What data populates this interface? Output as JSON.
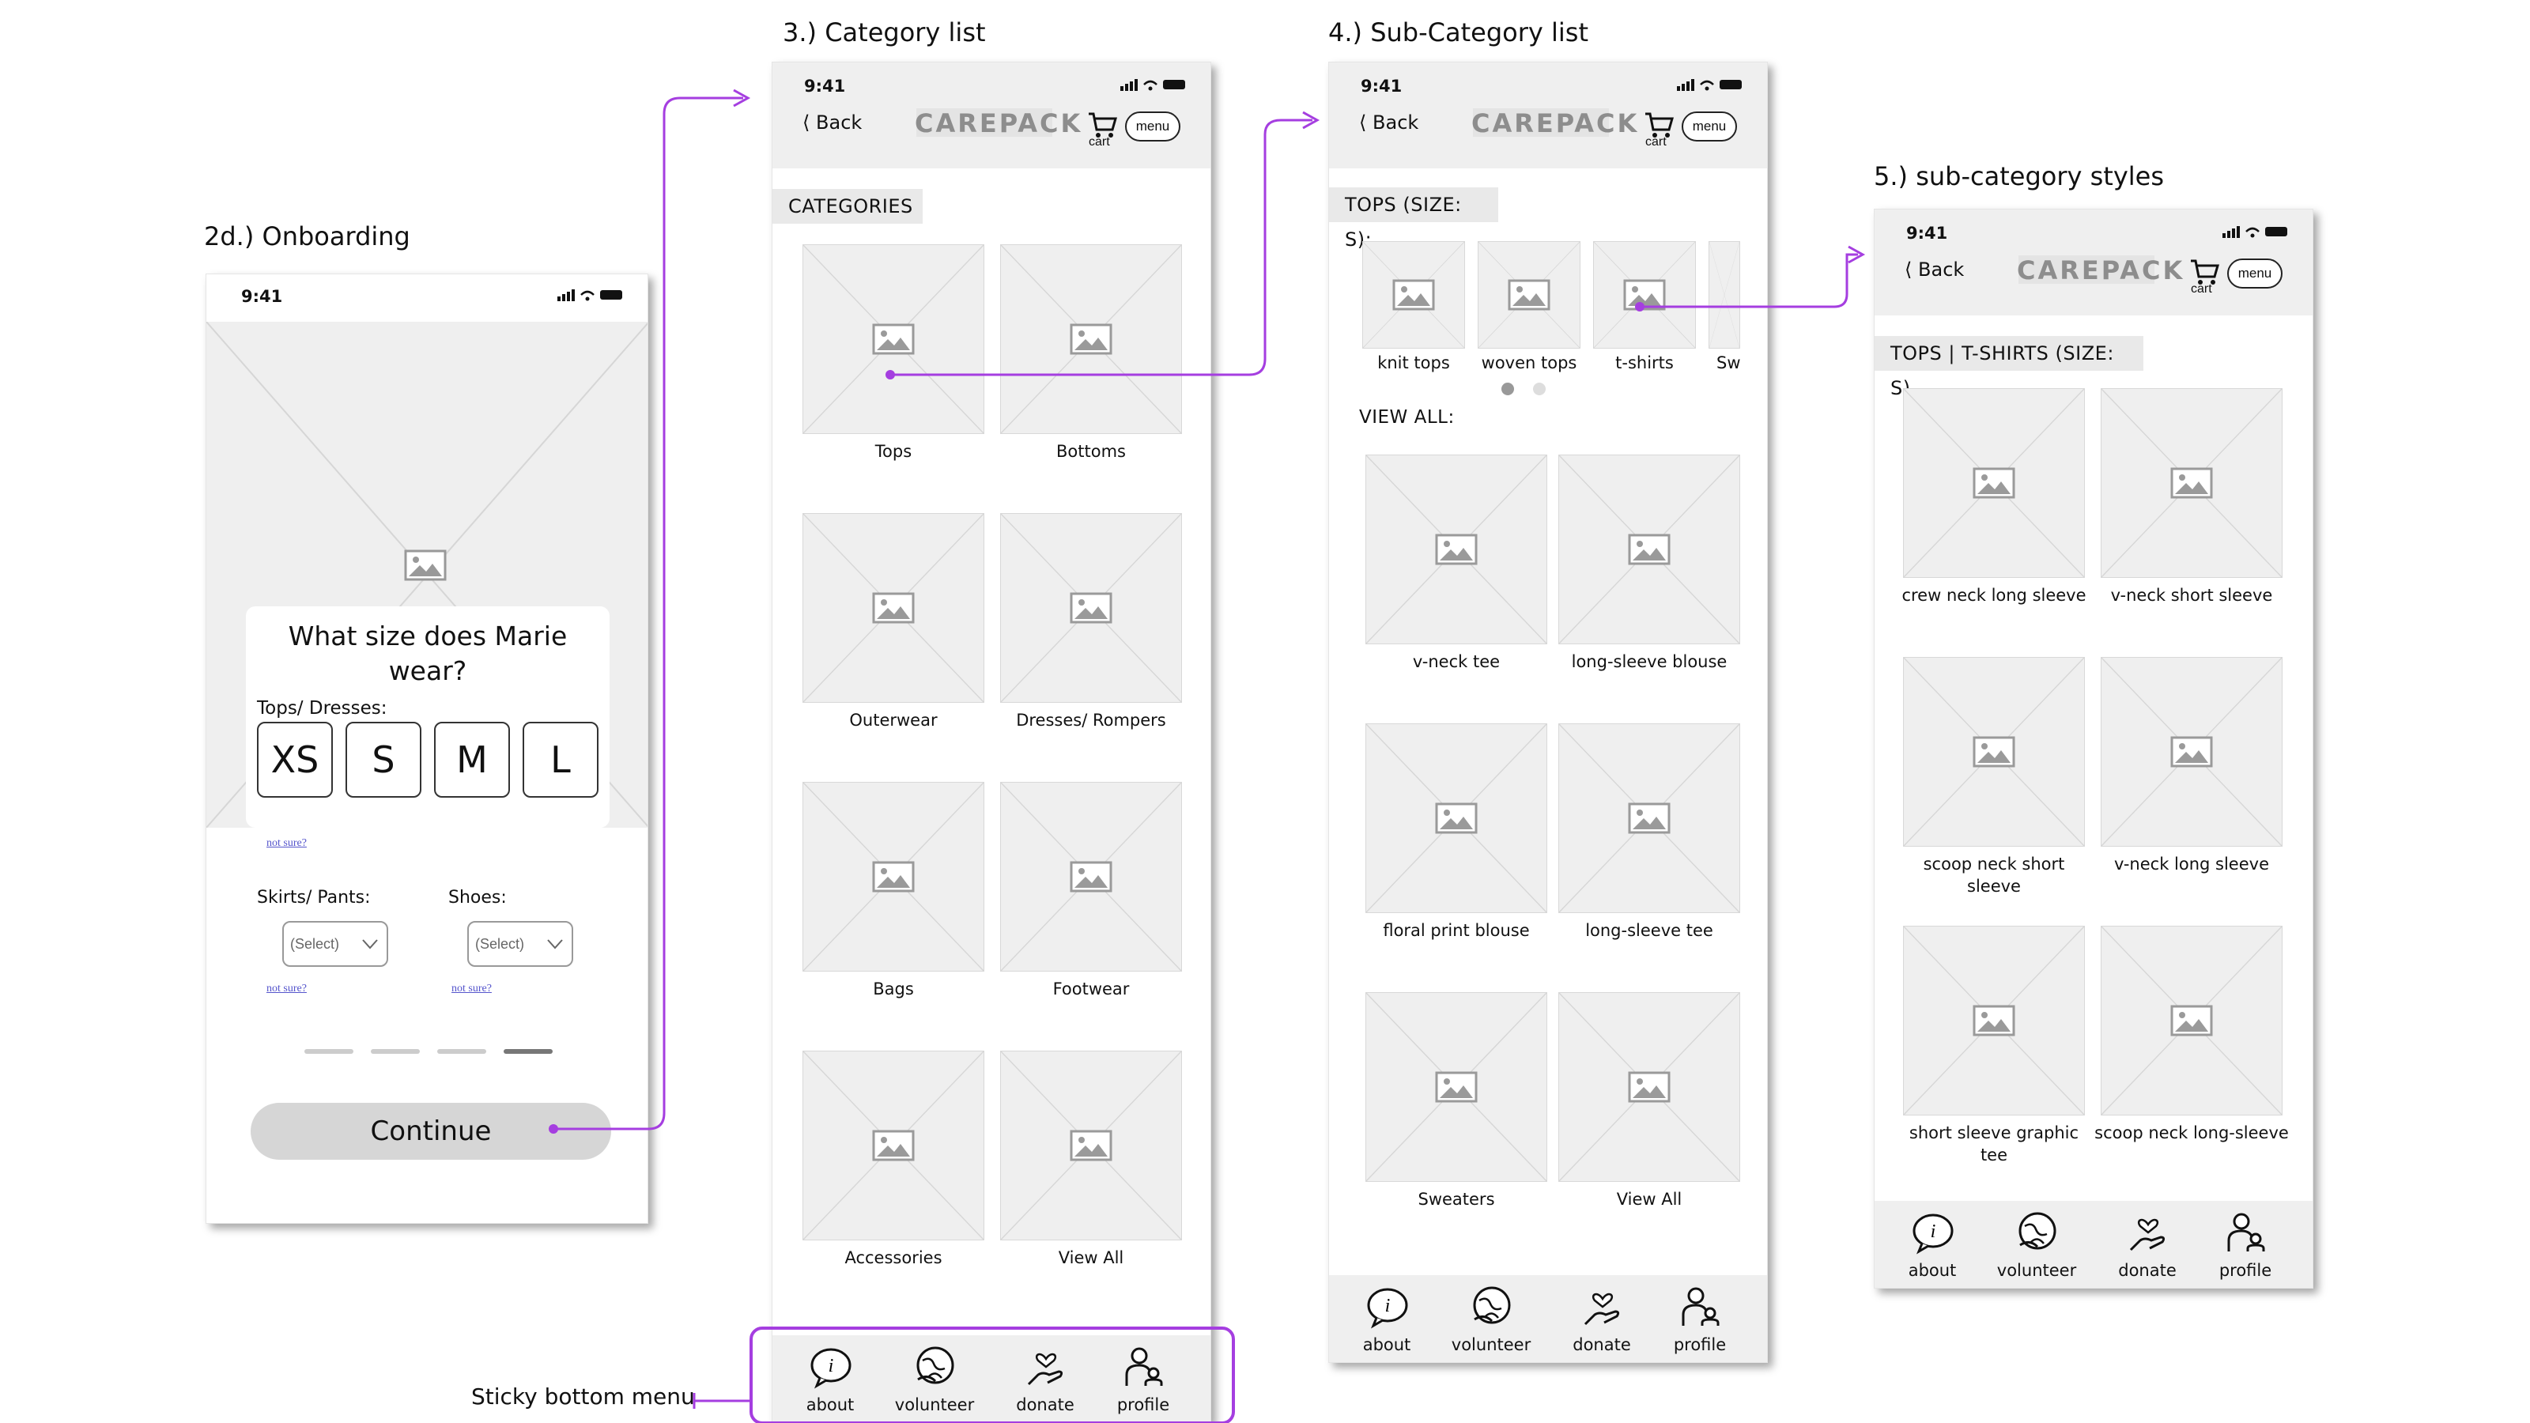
{
  "labels": {
    "onboarding": "2d.) Onboarding",
    "category_list": "3.) Category list",
    "subcategory_list": "4.) Sub-Category list",
    "subcategory_styles": "5.)  sub-category styles",
    "sticky_bottom_menu": "Sticky  bottom menu"
  },
  "status_bar": {
    "time": "9:41"
  },
  "header": {
    "back": "Back",
    "logo": "CAREPACK",
    "cart": "cart",
    "menu": "menu"
  },
  "onboarding": {
    "question": "What size does Marie wear?",
    "tops_label": "Tops/ Dresses:",
    "sizes": [
      "XS",
      "S",
      "M",
      "L"
    ],
    "not_sure": "not sure?",
    "skirts_label": "Skirts/ Pants:",
    "shoes_label": "Shoes:",
    "select_placeholder": "(Select)",
    "continue": "Continue"
  },
  "category_list": {
    "title": "CATEGORIES",
    "items": [
      "Tops",
      "Bottoms",
      "Outerwear",
      "Dresses/ Rompers",
      "Bags",
      "Footwear",
      "Accessories",
      "View All"
    ]
  },
  "subcategory_list": {
    "title": "TOPS (SIZE: S):",
    "carousel": [
      "knit tops",
      "woven tops",
      "t-shirts",
      "Sw"
    ],
    "view_all_label": "VIEW ALL:",
    "items": [
      "v-neck tee",
      "long-sleeve blouse",
      "floral print blouse",
      "long-sleeve tee",
      "Sweaters",
      "View All"
    ]
  },
  "styles": {
    "title": "TOPS | T-SHIRTS (SIZE: S)",
    "items": [
      "crew neck long sleeve",
      "v-neck short sleeve",
      "scoop neck short sleeve",
      "v-neck long sleeve",
      "short sleeve graphic tee",
      "scoop neck long-sleeve"
    ]
  },
  "bottom_nav": [
    "about",
    "volunteer",
    "donate",
    "profile"
  ],
  "colors": {
    "accent": "#a53ee0",
    "placeholder": "#efefef",
    "header": "#efefef"
  }
}
